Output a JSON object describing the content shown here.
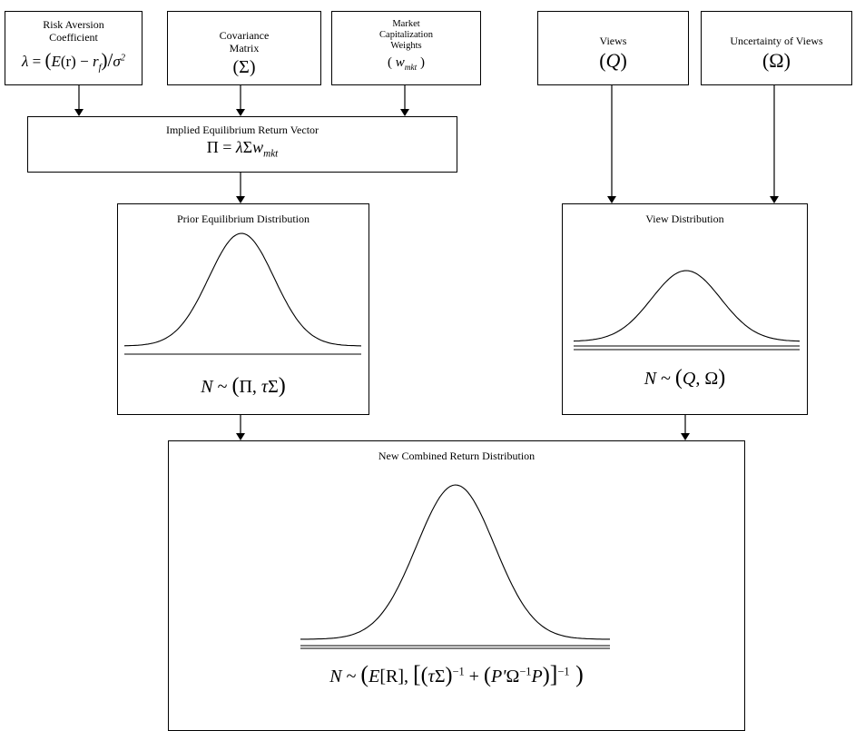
{
  "top_inputs": {
    "risk_aversion": {
      "line1": "Risk Aversion",
      "line2": "Coefficient",
      "formula": {
        "lhs": "λ",
        "eq": " = ",
        "lp": "(",
        "E": "E",
        "r": "(r)",
        "minus": " − ",
        "rf": "r",
        "rf_sub": "f",
        "rp": ")",
        "slash": "/",
        "sigma": "σ",
        "sup": "2"
      }
    },
    "covariance": {
      "line1": "Covariance",
      "line2": "Matrix",
      "symbol": "(Σ)"
    },
    "market_cap": {
      "line1": "Market",
      "line2": "Capitalization",
      "line3": "Weights",
      "lp": "( ",
      "w": "w",
      "sub": "mkt",
      "rp": " )"
    },
    "views": {
      "label": "Views",
      "lp": "(",
      "sym": "Q",
      "rp": ")"
    },
    "uncertainty": {
      "label": "Uncertainty of Views",
      "symbol": "(Ω)"
    }
  },
  "implied_equilibrium": {
    "title": "Implied Equilibrium Return Vector",
    "formula": {
      "Pi": "Π",
      "eq": " = ",
      "lam": "λ",
      "sig": "Σ",
      "w": "w",
      "sub": "mkt"
    }
  },
  "prior_distribution": {
    "title": "Prior Equilibrium Distribution",
    "formula": {
      "N": "N",
      "tilde": " ~ ",
      "lp": "(",
      "Pi": "Π",
      "comma": ", ",
      "tau": "τ",
      "sig": "Σ",
      "rp": ")"
    }
  },
  "view_distribution": {
    "title": "View Distribution",
    "formula": {
      "N": "N",
      "tilde": " ~ ",
      "lp": "(",
      "Q": "Q",
      "comma": ", ",
      "Om": "Ω",
      "rp": ")"
    }
  },
  "combined_distribution": {
    "title": "New Combined Return Distribution",
    "formula": {
      "N": "N",
      "tilde": " ~ ",
      "lp": "(",
      "E": "E",
      "R": "[R]",
      "comma": ", ",
      "lb": "[",
      "lp2": "(",
      "tau": "τ",
      "sig": "Σ",
      "rp2": ")",
      "inv1": "−1",
      "plus": " + ",
      "lp3": "(",
      "P1": "P'",
      "Om": "Ω",
      "inv2": "−1",
      "P2": "P",
      "rp3": ")",
      "rb": "]",
      "inv3": "−1",
      "rp": " )"
    }
  },
  "colors": {
    "line": "#000000",
    "curve": "#000000",
    "background": "#ffffff"
  }
}
